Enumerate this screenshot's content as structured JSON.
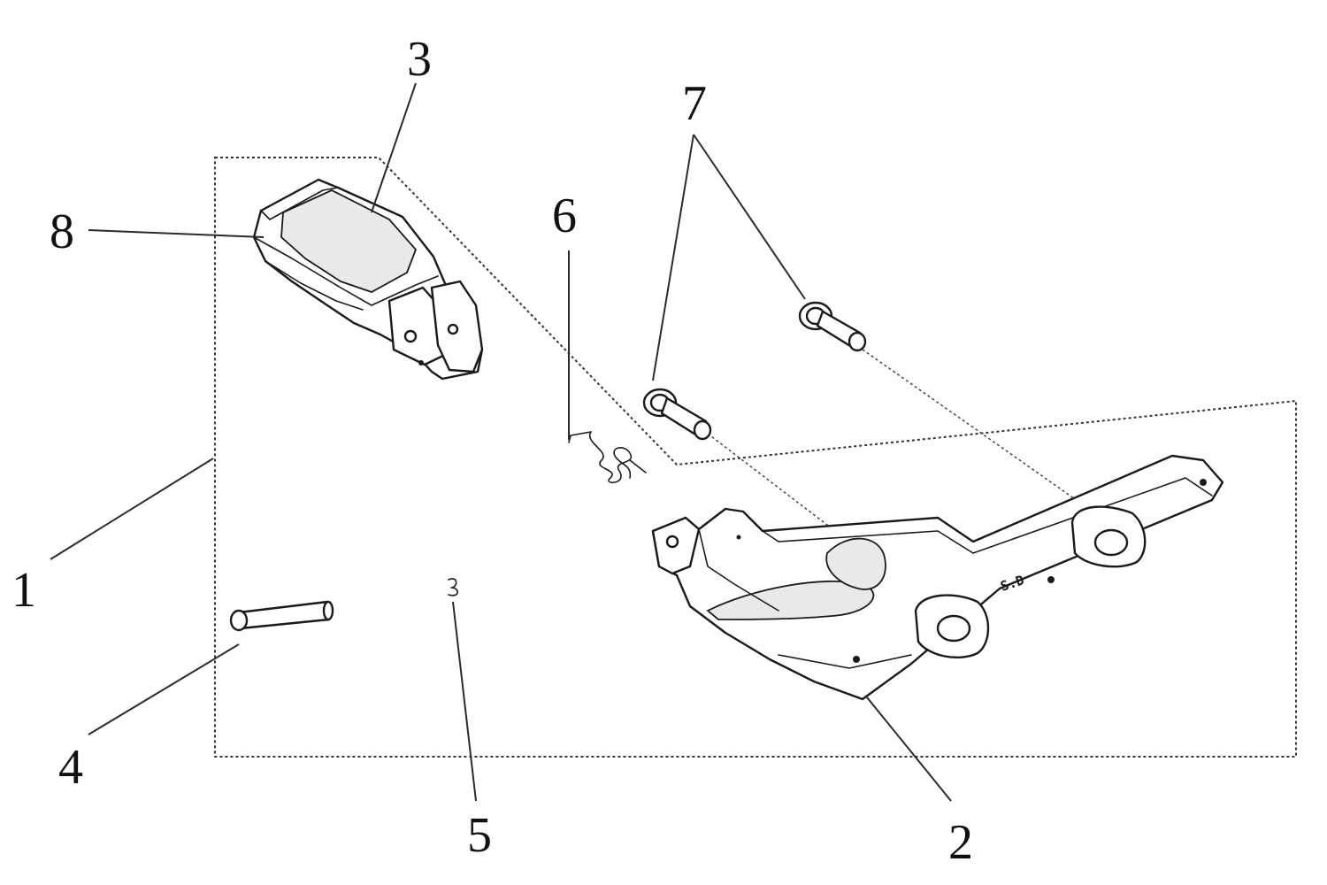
{
  "callouts": [
    {
      "id": "1",
      "text": "1"
    },
    {
      "id": "2",
      "text": "2"
    },
    {
      "id": "3",
      "text": "3"
    },
    {
      "id": "4",
      "text": "4"
    },
    {
      "id": "5",
      "text": "5"
    },
    {
      "id": "6",
      "text": "6"
    },
    {
      "id": "7",
      "text": "7"
    },
    {
      "id": "8",
      "text": "8"
    }
  ],
  "part_marking": "S.D",
  "colors": {
    "line": "#1a1a1a",
    "background": "#ffffff"
  }
}
